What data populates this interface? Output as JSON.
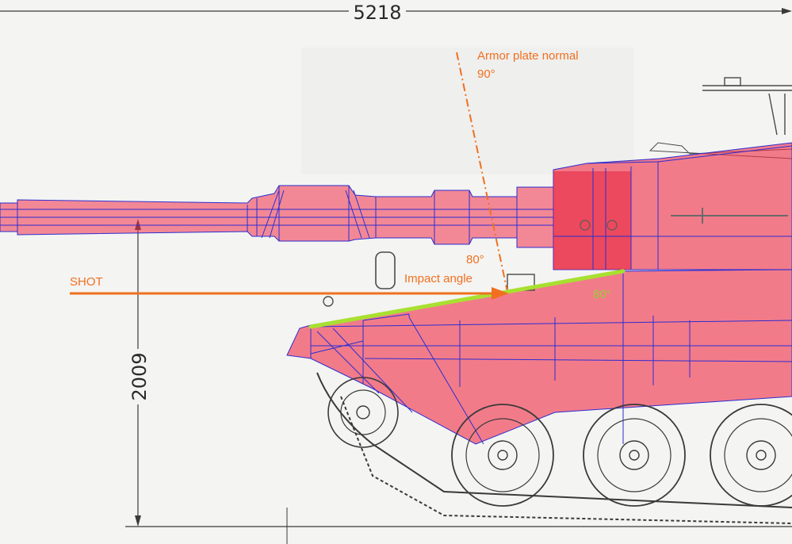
{
  "dimensions": {
    "length": "5218",
    "height": "2009"
  },
  "labels": {
    "armor_normal": "Armor plate normal",
    "normal_angle": "90°",
    "shot": "SHOT",
    "impact_angle": "Impact angle",
    "angle_impact": "80°",
    "angle_plate": "80°"
  },
  "colors": {
    "armor_fill": "#f0304a",
    "wire": "#2d2dd0",
    "shot_arrow": "#f07020",
    "normal_line": "#f07020",
    "plate_line": "#a8e030",
    "plate_angle_text": "#9ccc3a"
  }
}
